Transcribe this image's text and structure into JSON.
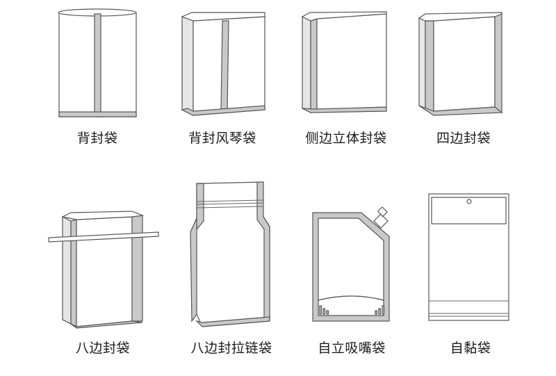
{
  "bags": [
    {
      "id": "back-seal",
      "label": "背封袋"
    },
    {
      "id": "back-seal-gusset",
      "label": "背封风琴袋"
    },
    {
      "id": "side-seal-standing",
      "label": "侧边立体封袋"
    },
    {
      "id": "four-side-seal",
      "label": "四边封袋"
    },
    {
      "id": "eight-side-seal",
      "label": "八边封袋"
    },
    {
      "id": "eight-side-zipper",
      "label": "八边封拉链袋"
    },
    {
      "id": "stand-up-spout",
      "label": "自立吸嘴袋"
    },
    {
      "id": "self-adhesive",
      "label": "自黏袋"
    }
  ],
  "colors": {
    "stroke": "#555555",
    "seal": "#c9c9c9",
    "panel": "#ffffff",
    "side": "#e4e4e4"
  }
}
